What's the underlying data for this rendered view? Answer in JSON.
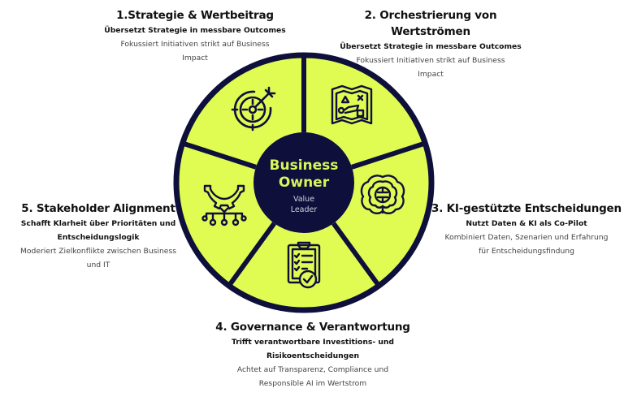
{
  "colors": {
    "segment_fill": "#e0fb52",
    "dark": "#0e0f3a",
    "center_title": "#d8f55a",
    "center_sub": "#d0d0e0"
  },
  "center": {
    "title_line1": "Business",
    "title_line2": "Owner",
    "sub_line1": "Value",
    "sub_line2": "Leader"
  },
  "segments": [
    {
      "id": 1,
      "icon": "target-dart-icon",
      "title": "1.Strategie & Wertbeitrag",
      "subtitle_lines": [
        "Übersetzt Strategie in messbare Outcomes"
      ],
      "desc_lines": [
        "Fokussiert Initiativen strikt auf Business",
        "Impact"
      ]
    },
    {
      "id": 2,
      "icon": "strategy-map-icon",
      "title": "2. Orchestrierung von Wertströmen",
      "subtitle_lines": [
        "Übersetzt Strategie in messbare Outcomes"
      ],
      "desc_lines": [
        "Fokussiert Initiativen strikt auf Business",
        "Impact"
      ]
    },
    {
      "id": 3,
      "icon": "ai-brain-icon",
      "title": "3. KI-gestützte Entscheidungen",
      "subtitle_lines": [
        "Nutzt Daten & KI als Co-Pilot"
      ],
      "desc_lines": [
        "Kombiniert Daten, Szenarien und Erfahrung",
        "für Entscheidungsfindung"
      ]
    },
    {
      "id": 4,
      "icon": "checklist-clipboard-icon",
      "title": "4. Governance & Verantwortung",
      "subtitle_lines": [
        "Trifft verantwortbare Investitions- und",
        "Risikoentscheidungen"
      ],
      "desc_lines": [
        "Achtet auf Transparenz, Compliance und",
        "Responsible AI im Wertstrom"
      ]
    },
    {
      "id": 5,
      "icon": "gear-network-icon",
      "title": "5. Stakeholder Alignment",
      "subtitle_lines": [
        "Schafft Klarheit über Prioritäten und",
        "Entscheidungslogik"
      ],
      "desc_lines": [
        "Moderiert Zielkonflikte zwischen Business",
        "und IT"
      ]
    }
  ]
}
